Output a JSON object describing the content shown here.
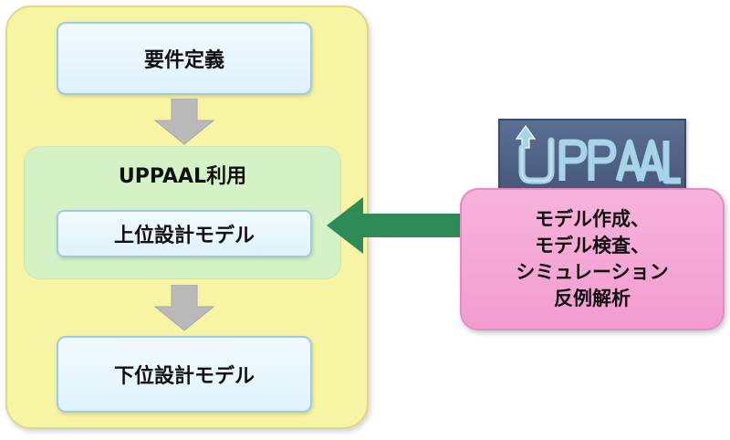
{
  "steps": {
    "requirements": "要件定義",
    "usage_group_title": "UPPAAL利用",
    "upper_design": "上位設計モデル",
    "lower_design": "下位設計モデル"
  },
  "tool": {
    "logo_text": "UPPAAL",
    "functions": [
      "モデル作成、",
      "モデル検査、",
      "シミュレーション",
      "反例解析"
    ]
  },
  "colors": {
    "panel_yellow": "#f7f4a4",
    "usage_green": "#d5f2c6",
    "step_blue": "#dff1fb",
    "tool_pink": "#f29ccf",
    "logo_slate": "#4d5f82",
    "arrow_gray": "#b9b9b9",
    "arrow_green": "#2e8b57"
  }
}
